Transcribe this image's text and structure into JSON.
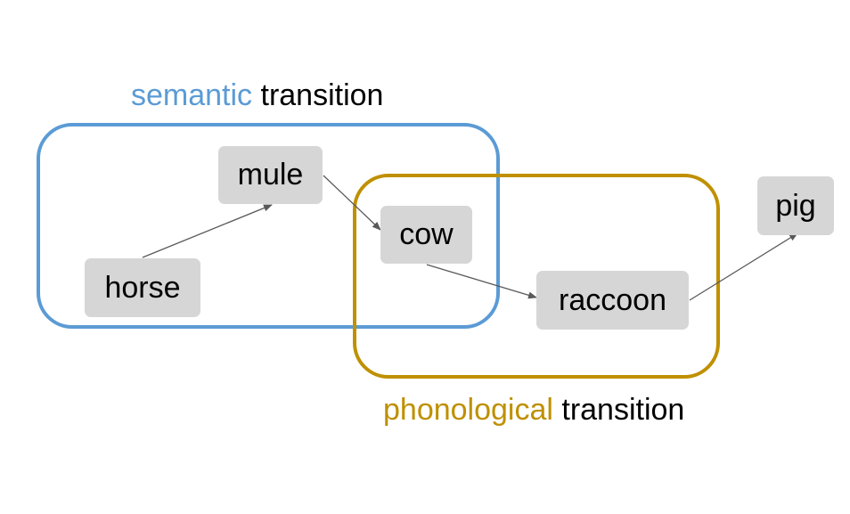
{
  "titles": {
    "semantic": {
      "highlight": "semantic",
      "rest": " transition"
    },
    "phonological": {
      "highlight": "phonological",
      "rest": " transition"
    }
  },
  "nodes": {
    "horse": "horse",
    "mule": "mule",
    "cow": "cow",
    "raccoon": "raccoon",
    "pig": "pig"
  },
  "colors": {
    "semantic": "#5b9bd5",
    "phonological": "#bf9000",
    "node_fill": "#d6d6d6",
    "arrow": "#595959"
  },
  "edges": [
    {
      "from": "horse",
      "to": "mule"
    },
    {
      "from": "mule",
      "to": "cow"
    },
    {
      "from": "cow",
      "to": "raccoon"
    },
    {
      "from": "raccoon",
      "to": "pig"
    }
  ]
}
